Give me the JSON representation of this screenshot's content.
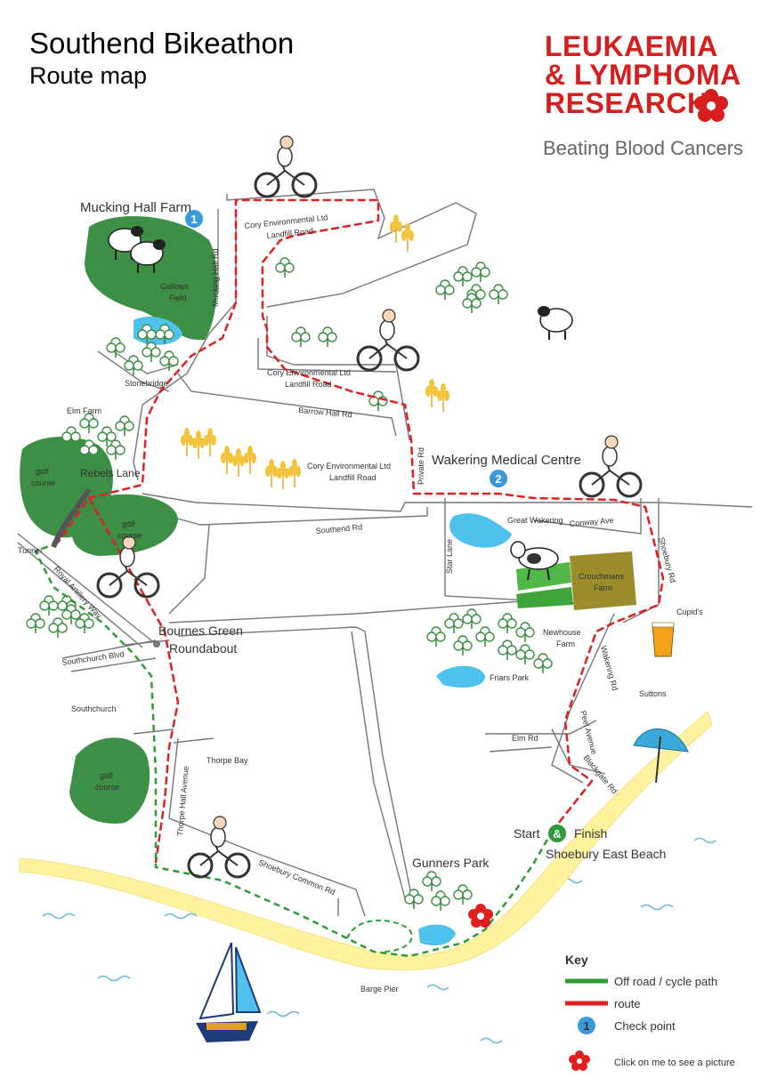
{
  "header": {
    "title": "Southend Bikeathon",
    "subtitle": "Route map"
  },
  "logo": {
    "line1": "LEUKAEMIA",
    "line2": "& LYMPHOMA",
    "line3": "RESEARCH",
    "tagline": "Beating Blood Cancers",
    "color": "#d71e1e"
  },
  "places": {
    "mucking_hall_farm": "Mucking Hall Farm",
    "wakering_medical_centre": "Wakering Medical Centre",
    "bournes_green": "Bournes Green",
    "roundabout": "Roundabout",
    "start": "Start",
    "finish": "Finish",
    "shoebury_east_beach": "Shoebury East Beach",
    "gunners_park": "Gunners Park",
    "rebels_lane": "Rebels Lane",
    "gallows": "Gallows",
    "field": "Field",
    "stonebridge": "Stonebridge",
    "elm_farm": "Elm Farm",
    "golf": "golf",
    "course": "course",
    "tunnel": "Tunnel",
    "southchurch": "Southchurch",
    "thorpe_bay": "Thorpe Bay",
    "great_wakering": "Great Wakering",
    "crouchmans": "Crouchmans",
    "farm": "Farm",
    "newhouse": "Newhouse",
    "friars_park": "Friars Park",
    "cupids": "Cupid's",
    "suttons": "Suttons",
    "barge_pier": "Barge Pier"
  },
  "roads": {
    "cory": "Cory Environmental Ltd",
    "landfill": "Landfill Road",
    "mucking_hall_rd": "Mucking Hall Rd",
    "barrow_hall_rd": "Barrow Hall Rd",
    "southend_rd": "Southend Rd",
    "private_rd": "Private Rd",
    "star_lane": "Star Lane",
    "conway_ave": "Conway Ave",
    "shoebury_rd": "Shoebury Rd",
    "wakering_rd": "Wakering Rd",
    "peel_avenue": "Peel Avenue",
    "elm_rd": "Elm Rd",
    "blackgate_rd": "Blackgate Rd",
    "royal_artillery_way": "Royal Artillery Way",
    "southchurch_blvd": "Southchurch Blvd",
    "thorpe_hall_avenue": "Thorpe Hall Avenue",
    "shoebury_common_rd": "Shoebury Common Rd"
  },
  "checkpoints": {
    "cp1": "1",
    "cp2": "2"
  },
  "key": {
    "title": "Key",
    "offroad": "Off road / cycle path",
    "route": "route",
    "checkpoint": "Check point",
    "checkpoint_number": "1",
    "picture": "Click on me to see a picture"
  },
  "colors": {
    "route": "#e02020",
    "offroad": "#2e9a3a",
    "park": "#3d8f45",
    "checkpoint": "#3a9ad9",
    "water": "#4ec1ec",
    "sand": "#fff3a0",
    "road": "#777777"
  }
}
